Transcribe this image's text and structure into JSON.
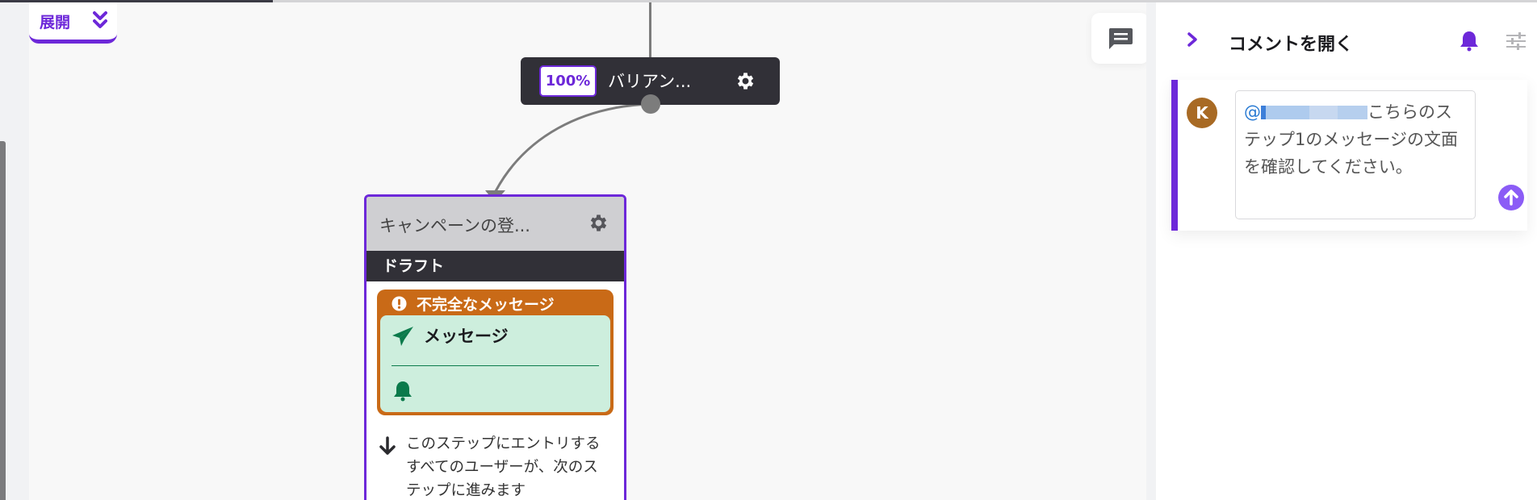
{
  "canvas": {
    "expand_button": {
      "label": "展開",
      "icon": "double-chevron-down-icon"
    },
    "variant_node": {
      "percent": "100%",
      "name": "バリアン...",
      "icon": "gear-icon"
    },
    "step_node": {
      "title": "キャンペーンの登...",
      "status": "ドラフト",
      "warning": {
        "label": "不完全なメッセージ",
        "icon": "exclamation-circle-icon"
      },
      "message": {
        "title": "メッセージ",
        "channel_icon": "paper-plane-icon",
        "footer_icon": "bell-icon"
      },
      "description": {
        "icon": "arrow-down-icon",
        "lines": [
          "このステップにエントリする",
          "すべてのユーザーが、次のス",
          "テップに進みます"
        ]
      }
    },
    "comment_fab_icon": "comment-icon"
  },
  "comments_panel": {
    "title": "コメントを開く",
    "collapse_icon": "chevron-right-icon",
    "notification_icon": "bell-icon",
    "filter_icon": "sliders-icon",
    "comment": {
      "avatar_initial": "K",
      "mention_prefix": "@",
      "body_text": "こちらのステップ1のメッセージの文面を確認してください。",
      "send_icon": "arrow-up-circle-icon"
    }
  },
  "colors": {
    "accent": "#6d28d9",
    "node_dark": "#313037",
    "warning": "#c96a17",
    "message_bg": "#cdeedd",
    "message_icon": "#0b7a4b",
    "avatar": "#a86a24",
    "send_button": "#8b5cf6"
  }
}
